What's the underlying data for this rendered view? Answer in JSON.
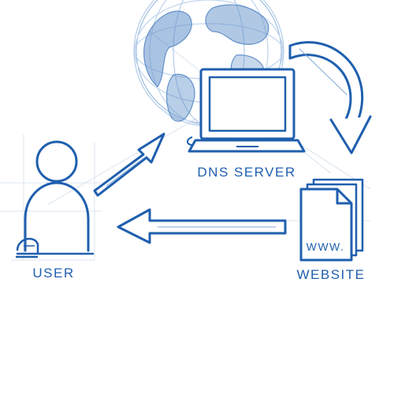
{
  "diagram": {
    "nodes": {
      "user": {
        "label": "USER",
        "icon": "user-icon"
      },
      "dns_server": {
        "label": "DNS SERVER",
        "icon": "laptop-icon"
      },
      "website": {
        "label": "WEBSITE",
        "icon": "document-stack-icon",
        "page_text": "WWW."
      }
    },
    "background_icon": "globe-icon",
    "edges": [
      {
        "from": "user",
        "to": "dns_server"
      },
      {
        "from": "dns_server",
        "to": "website"
      },
      {
        "from": "website",
        "to": "user"
      }
    ]
  },
  "colors": {
    "ink": "#1f5fae",
    "ink_light": "#7fa8d8",
    "sketch": "#c9d6e6",
    "background": "#ffffff"
  }
}
